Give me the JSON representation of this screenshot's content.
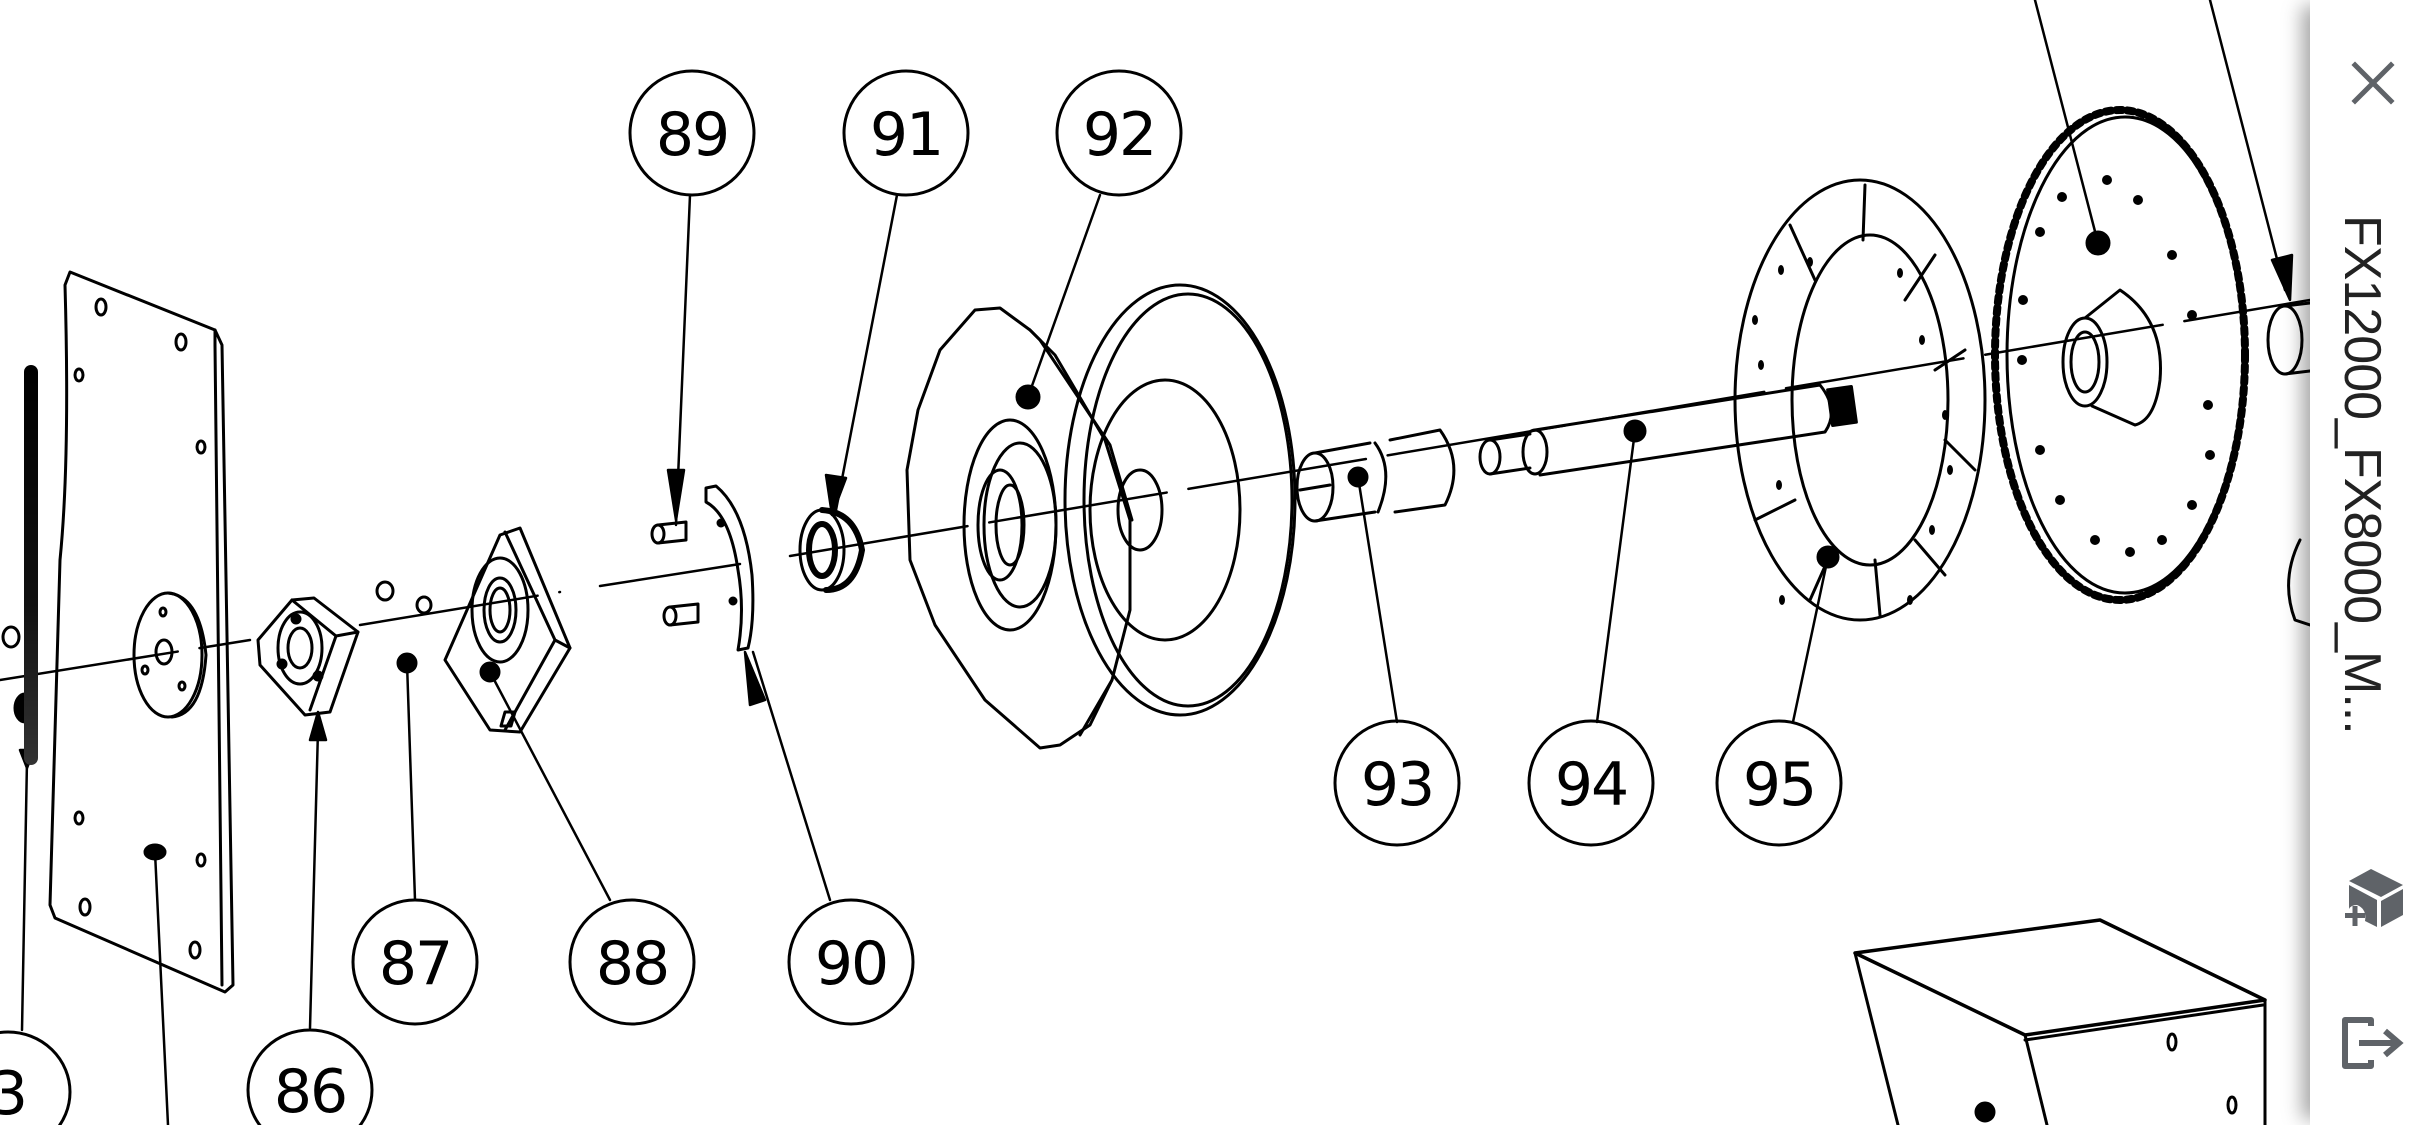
{
  "viewer": {
    "document_title": "FX12000_FX8000_M...",
    "scroll_indicator": "vertical-scroll-thumb"
  },
  "sidebar": {
    "close_icon": "close-icon",
    "ar_view_icon": "3d-box-add-icon",
    "exit_icon": "exit-share-icon",
    "icon_color": "#5f6368"
  },
  "drawing": {
    "type": "exploded-assembly-view",
    "balloons": [
      {
        "id": "83",
        "label": "3"
      },
      {
        "id": "86",
        "label": "86"
      },
      {
        "id": "87",
        "label": "87"
      },
      {
        "id": "88",
        "label": "88"
      },
      {
        "id": "89",
        "label": "89"
      },
      {
        "id": "90",
        "label": "90"
      },
      {
        "id": "91",
        "label": "91"
      },
      {
        "id": "92",
        "label": "92"
      },
      {
        "id": "93",
        "label": "93"
      },
      {
        "id": "94",
        "label": "94"
      },
      {
        "id": "95",
        "label": "95"
      }
    ],
    "parts": [
      "mounting-plate",
      "flange-bearing-small",
      "washers",
      "flange-bearing-square",
      "bolts",
      "brake-caliper-segment",
      "bearing-seal",
      "clutch-pressure-plate",
      "clutch-disc",
      "coupling-sleeve",
      "shaft",
      "friction-pad-ring",
      "sprocket",
      "bushing",
      "housing-box"
    ]
  }
}
